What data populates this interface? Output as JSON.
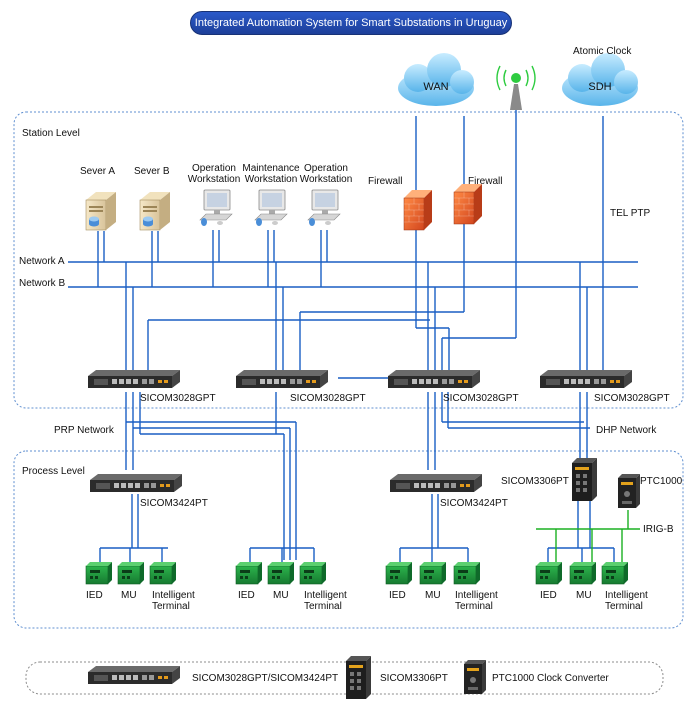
{
  "title": "Integrated Automation System for Smart Substations in Uruguay",
  "clouds": {
    "wan": "WAN",
    "sdh": "SDH"
  },
  "atomic_clock": "Atomic Clock",
  "station_level": "Station Level",
  "process_level": "Process Level",
  "servers": [
    "Sever A",
    "Sever B"
  ],
  "workstations": [
    "Operation\nWorkstation",
    "Maintenance\nWorkstation",
    "Operation\nWorkstation"
  ],
  "firewalls": [
    "Firewall",
    "Firewall"
  ],
  "tel_ptp": "TEL PTP",
  "networks": [
    "Network A",
    "Network B"
  ],
  "station_switches": [
    "SICOM3028GPT",
    "SICOM3028GPT",
    "SICOM3028GPT",
    "SICOM3028GPT"
  ],
  "prp_network": "PRP Network",
  "dhp_network": "DHP Network",
  "process_switches": [
    "SICOM3424PT",
    "SICOM3424PT"
  ],
  "sicom3306": "SICOM3306PT",
  "ptc1000": "PTC1000",
  "irig_b": "IRIG-B",
  "field_devices": [
    "IED",
    "MU",
    "Intelligent\nTerminal"
  ],
  "legend": {
    "rack_switch": "SICOM3028GPT/SICOM3424PT",
    "din_switch": "SICOM3306PT",
    "clock": "PTC1000 Clock Converter"
  },
  "colors": {
    "network_line": "#1a5fc4",
    "frame_border": "#5f8fd0",
    "irig_line": "#1bb022",
    "title_fill": "#1f46a8",
    "cloud_fill": "#8ecff3",
    "device_green": "#1f9a3c",
    "firewall": "#e8612a"
  }
}
